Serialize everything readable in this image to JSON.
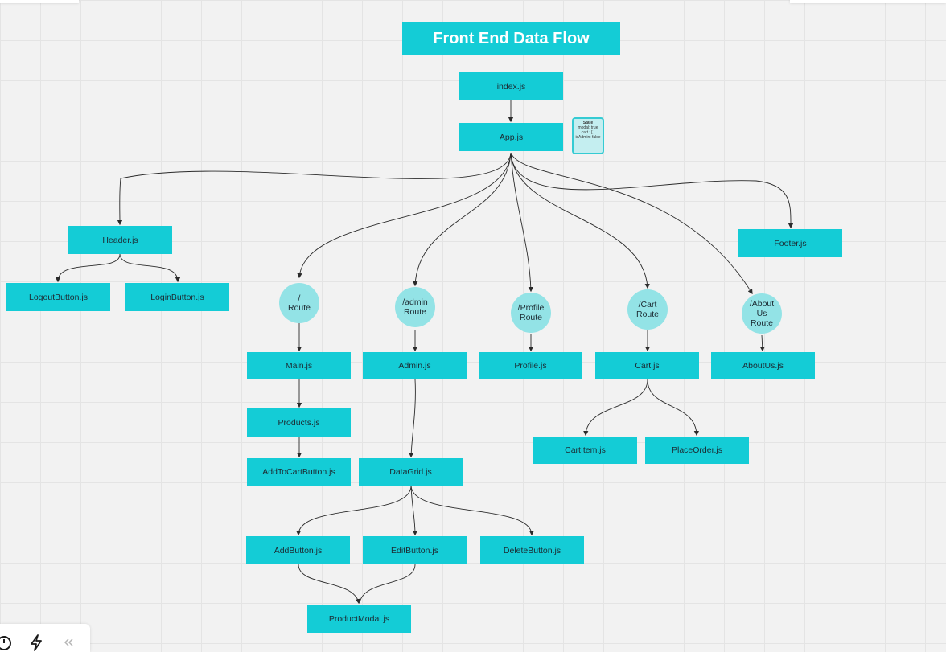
{
  "title": "Front End Data Flow",
  "state_box": {
    "heading": "State",
    "lines": [
      "modal: true",
      "cart : [ ]",
      "isAdmin: false"
    ]
  },
  "nodes": {
    "index": "index.js",
    "app": "App.js",
    "header": "Header.js",
    "footer": "Footer.js",
    "logout": "LogoutButton.js",
    "login": "LoginButton.js",
    "route_root": "/\nRoute",
    "route_admin": "/admin\nRoute",
    "route_profile": "/Profile\nRoute",
    "route_cart": "/Cart\nRoute",
    "route_about": "/About\nUs\nRoute",
    "main": "Main.js",
    "admin": "Admin.js",
    "profile": "Profile.js",
    "cart": "Cart.js",
    "aboutus": "AboutUs.js",
    "products": "Products.js",
    "addtocart": "AddToCartButton.js",
    "datagrid": "DataGrid.js",
    "cartitem": "CartItem.js",
    "placeorder": "PlaceOrder.js",
    "addbutton": "AddButton.js",
    "editbutton": "EditButton.js",
    "deletebutton": "DeleteButton.js",
    "productmodal": "ProductModal.js"
  },
  "colors": {
    "node": "#14ccd6",
    "route": "#93e3e6",
    "edge": "#2b2b2b"
  },
  "toolbar_icons": [
    "timer-icon",
    "lightning-icon",
    "collapse-chevrons-icon"
  ]
}
